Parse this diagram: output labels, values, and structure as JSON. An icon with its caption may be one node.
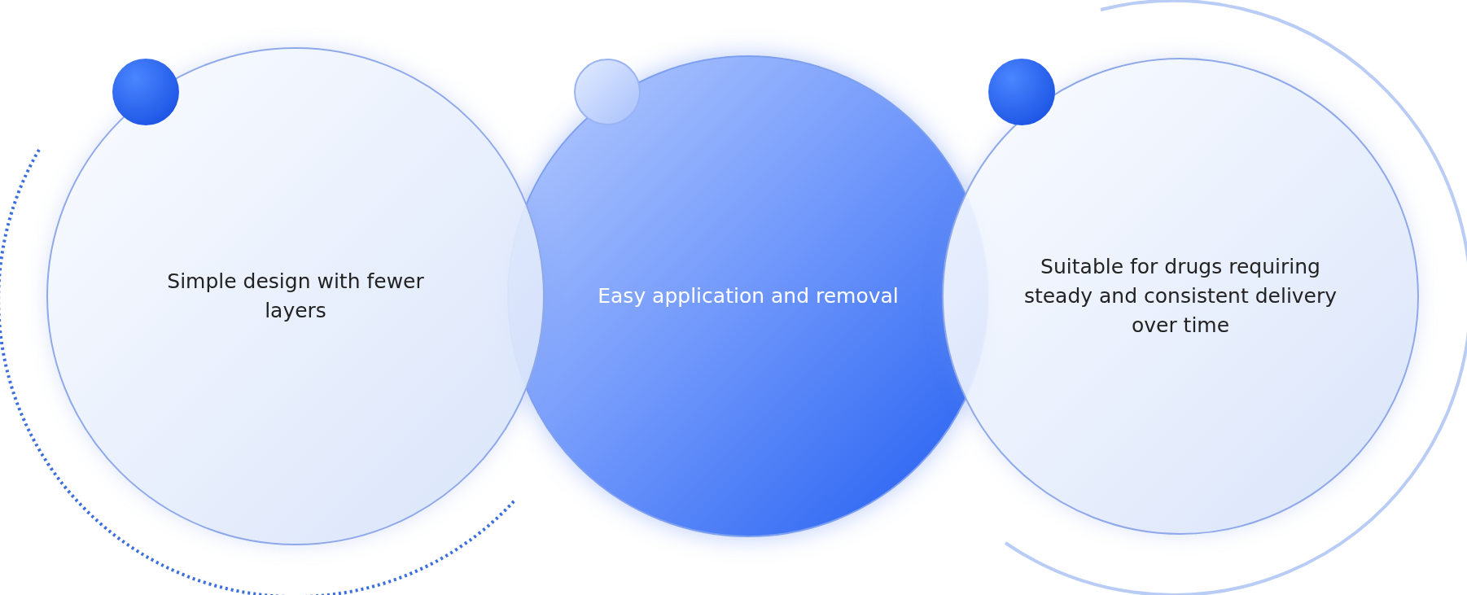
{
  "diagram": {
    "nodes": [
      {
        "text": [
          "Simple design with fewer layers"
        ]
      },
      {
        "text": [
          "Easy application and removal"
        ]
      },
      {
        "text": [
          "Suitable for drugs requiring steady and consistent delivery over time"
        ]
      }
    ]
  }
}
